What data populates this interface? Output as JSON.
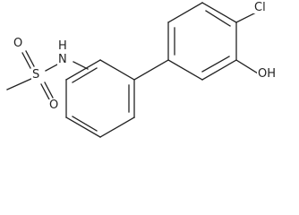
{
  "molecule": {
    "atoms": {
      "sulfur": "S",
      "oxygen_upper": "O",
      "oxygen_lower": "O",
      "amine": "N",
      "amine_h": "H",
      "chlorine": "Cl",
      "hydroxyl": "OH"
    },
    "line_color": "#222222"
  }
}
